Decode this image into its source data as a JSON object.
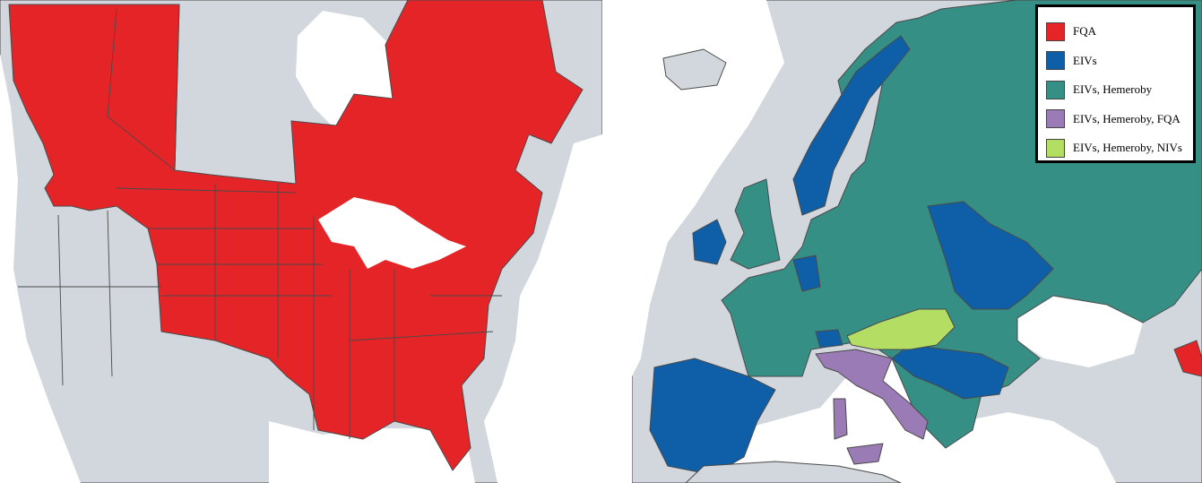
{
  "palette": {
    "land_other": "#d1d7dc",
    "border": "#4a4a4a",
    "water": "#ffffff"
  },
  "legend": {
    "items": [
      {
        "label": "FQA",
        "color": "#e52428"
      },
      {
        "label": "EIVs",
        "color": "#0e5ea8"
      },
      {
        "label": "EIVs, Hemeroby",
        "color": "#368f85"
      },
      {
        "label": "EIVs, Hemeroby, FQA",
        "color": "#9a7bb5"
      },
      {
        "label": "EIVs, Hemeroby, NIVs",
        "color": "#b3dd63"
      }
    ]
  }
}
